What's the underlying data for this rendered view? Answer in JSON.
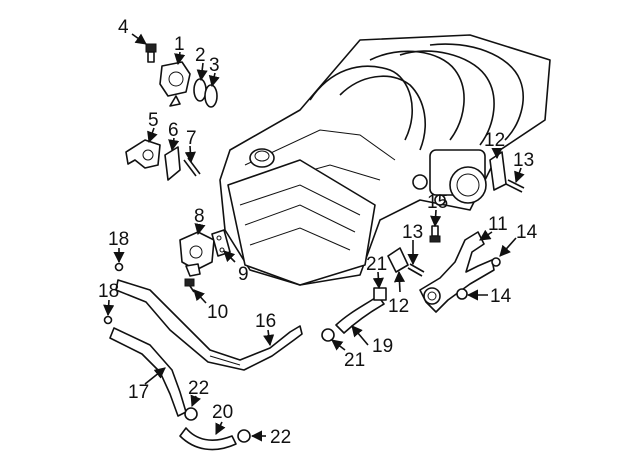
{
  "diagram": {
    "callouts": [
      "4",
      "1",
      "2",
      "3",
      "5",
      "6",
      "7",
      "8",
      "9",
      "10",
      "12",
      "13",
      "15",
      "13",
      "11",
      "14",
      "21",
      "12",
      "14",
      "18",
      "18",
      "16",
      "19",
      "21",
      "17",
      "22",
      "20",
      "22"
    ]
  }
}
